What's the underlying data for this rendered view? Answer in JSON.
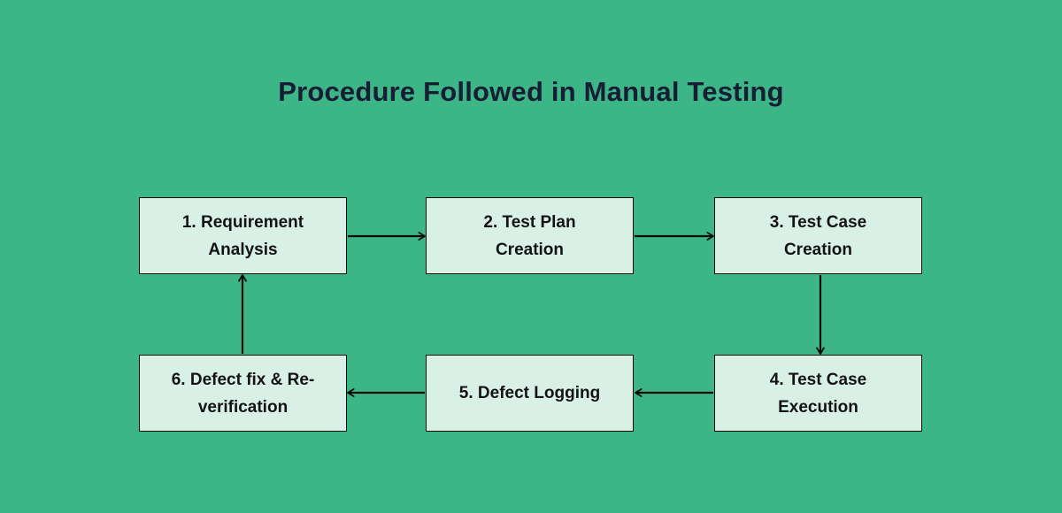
{
  "theme": {
    "background": "#3DB687",
    "title_color": "#171D33",
    "box_fill": "#D9F0E7",
    "box_border": "#0C0C0C",
    "box_text": "#131313",
    "arrow_color": "#0C0C0C"
  },
  "title": {
    "text": "Procedure Followed in Manual Testing"
  },
  "diagram": {
    "type": "flowchart",
    "boxes": [
      {
        "id": "requirement-analysis",
        "step": 1,
        "lines": [
          "1. Requirement",
          "Analysis"
        ]
      },
      {
        "id": "test-plan-creation",
        "step": 2,
        "lines": [
          "2. Test Plan",
          "Creation"
        ]
      },
      {
        "id": "test-case-creation",
        "step": 3,
        "lines": [
          "3. Test Case",
          "Creation"
        ]
      },
      {
        "id": "test-case-execution",
        "step": 4,
        "lines": [
          "4. Test Case",
          "Execution"
        ]
      },
      {
        "id": "defect-logging",
        "step": 5,
        "lines": [
          "5. Defect Logging"
        ]
      },
      {
        "id": "defect-fix-reverification",
        "step": 6,
        "lines": [
          "6. Defect fix & Re-",
          "verification"
        ]
      }
    ],
    "arrows": [
      {
        "from": "requirement-analysis",
        "to": "test-plan-creation",
        "direction": "right"
      },
      {
        "from": "test-plan-creation",
        "to": "test-case-creation",
        "direction": "right"
      },
      {
        "from": "test-case-creation",
        "to": "test-case-execution",
        "direction": "down"
      },
      {
        "from": "test-case-execution",
        "to": "defect-logging",
        "direction": "left"
      },
      {
        "from": "defect-logging",
        "to": "defect-fix-reverification",
        "direction": "left"
      },
      {
        "from": "defect-fix-reverification",
        "to": "requirement-analysis",
        "direction": "up"
      }
    ]
  }
}
